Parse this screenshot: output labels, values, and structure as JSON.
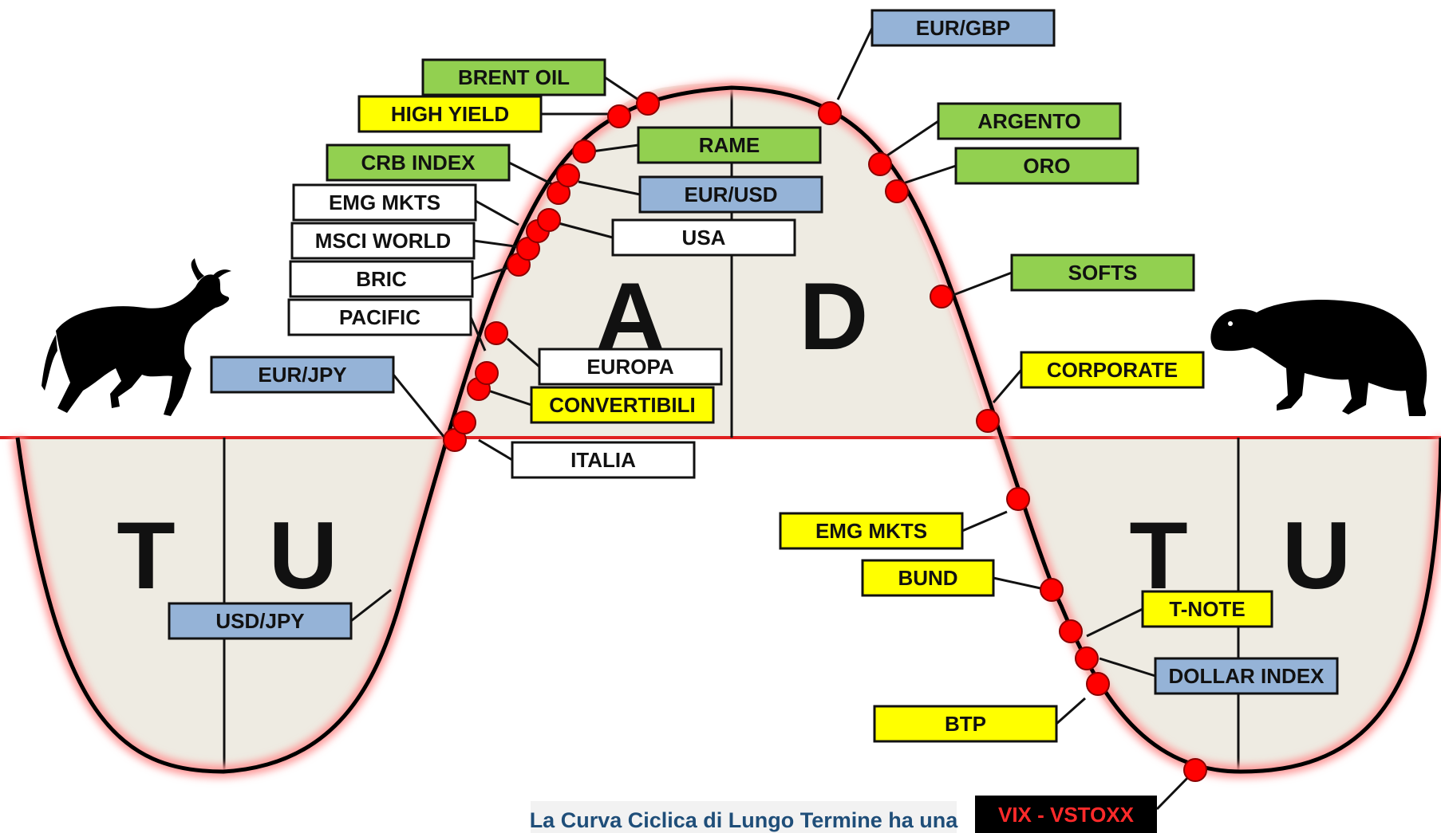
{
  "colors": {
    "commodity": "#92d050",
    "bond": "#ffff00",
    "currency": "#95b3d7",
    "equity": "#ffffff",
    "dot": "#ff0000",
    "curve_glow": "#ff9a9a",
    "phase_fill": "#eeebe2"
  },
  "phases": {
    "left_t": "T",
    "left_u": "U",
    "a": "A",
    "d": "D",
    "right_t": "T",
    "right_u": "U"
  },
  "labels": {
    "brent_oil": "BRENT OIL",
    "high_yield": "HIGH YIELD",
    "crb_index": "CRB INDEX",
    "emg_mkts_top": "EMG MKTS",
    "msci_world": "MSCI WORLD",
    "bric": "BRIC",
    "pacific": "PACIFIC",
    "eur_jpy": "EUR/JPY",
    "rame": "RAME",
    "eur_usd": "EUR/USD",
    "usa": "USA",
    "europa": "EUROPA",
    "convertibili": "CONVERTIBILI",
    "italia": "ITALIA",
    "eur_gbp": "EUR/GBP",
    "argento": "ARGENTO",
    "oro": "ORO",
    "softs": "SOFTS",
    "corporate": "CORPORATE",
    "usd_jpy": "USD/JPY",
    "emg_mkts_bottom": "EMG MKTS",
    "bund": "BUND",
    "t_note": "T-NOTE",
    "dollar_index": "DOLLAR INDEX",
    "btp": "BTP",
    "vix_vstoxx": "VIX - VSTOXX"
  },
  "icons": {
    "bull": "bull-icon",
    "bear": "bear-icon"
  },
  "caption": "La Curva Ciclica di Lungo Termine ha una"
}
